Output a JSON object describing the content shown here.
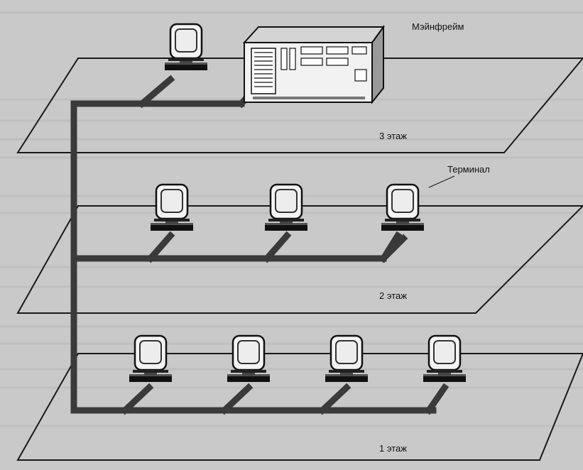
{
  "labels": {
    "mainframe": "Мэйнфрейм",
    "terminal": "Терминал",
    "floor3": "3 этаж",
    "floor2": "2 этаж",
    "floor1": "1 этаж"
  },
  "colors": {
    "background": "#c9c9c9",
    "cable": "#3a3a3a",
    "floor_outline": "#1a1a1a",
    "mainframe_body": "#f2f2f2",
    "terminal_screen": "#ededed"
  },
  "icons": {
    "mainframe": "mainframe-icon",
    "terminal": "terminal-icon"
  }
}
